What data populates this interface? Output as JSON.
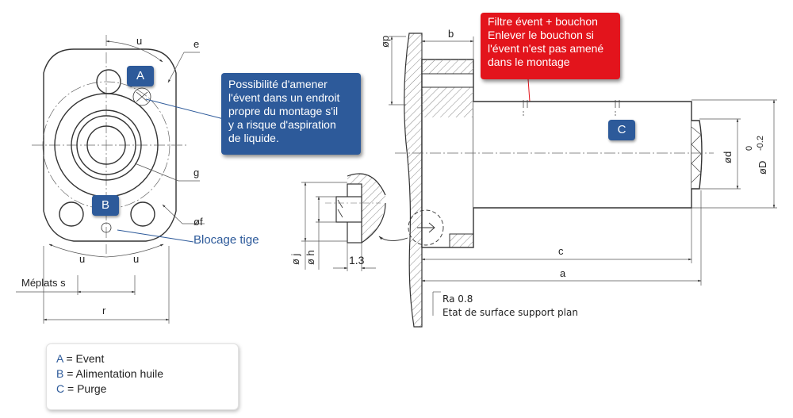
{
  "badges": {
    "a": "A",
    "b": "B",
    "c": "C"
  },
  "notes": {
    "event_possibility": [
      "Possibilité d'amener",
      "l'évent dans un endroit",
      "propre du montage s'il",
      "y a risque d'aspiration",
      "de liquide."
    ],
    "filter": [
      "Filtre évent + bouchon",
      "Enlever le bouchon si",
      "l'évent n'est pas amené",
      "dans le montage"
    ],
    "blocage": "Blocage tige"
  },
  "labels": {
    "u_top": "u",
    "e": "e",
    "g": "g",
    "f": "øf",
    "u_left": "u",
    "u_right": "u",
    "meplats": "Méplats s",
    "r": "r",
    "p": "øp",
    "b": "b",
    "d": "ød",
    "D": "øD",
    "D_tol_upper": "0",
    "D_tol_lower": "-0.2",
    "j": "ø j",
    "h": "ø h",
    "chamfer": "1.3",
    "c": "c",
    "a": "a",
    "ra": "Ra 0.8",
    "surface": "Etat de surface support plan"
  },
  "legend": [
    {
      "key": "A",
      "text": " = Event"
    },
    {
      "key": "B",
      "text": " = Alimentation huile"
    },
    {
      "key": "C",
      "text": " = Purge"
    }
  ],
  "colors": {
    "accent_blue": "#2d5a9a",
    "accent_red": "#e3141c",
    "line": "#333333"
  }
}
